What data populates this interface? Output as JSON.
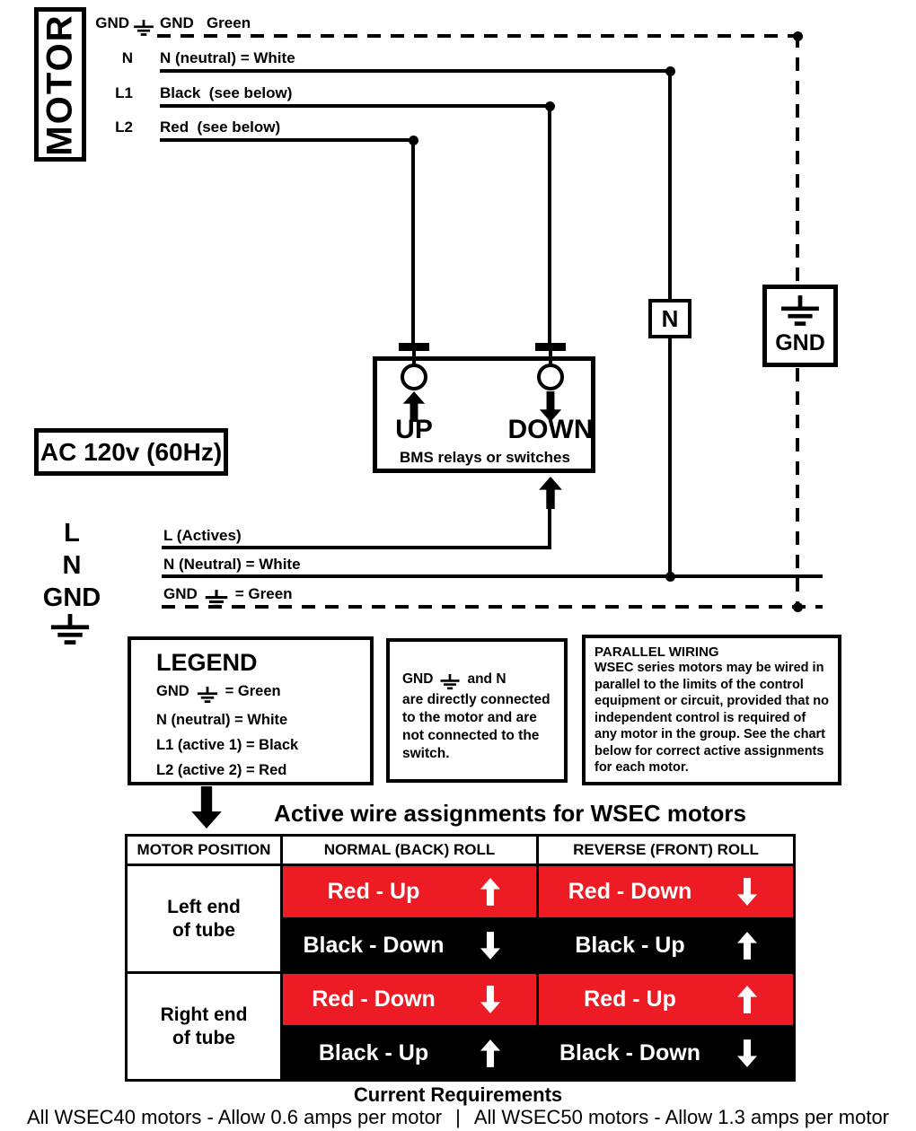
{
  "colors": {
    "red": "#ED1C24",
    "black": "#000000"
  },
  "motor": {
    "label": "MOTOR"
  },
  "terminals": [
    {
      "pin": "GND",
      "desc": "GND   Green"
    },
    {
      "pin": "N",
      "desc": "N (neutral) = White"
    },
    {
      "pin": "L1",
      "desc": "Black  (see below)"
    },
    {
      "pin": "L2",
      "desc": "Red  (see below)"
    }
  ],
  "nodes": {
    "neutral": "N",
    "ground": "GND"
  },
  "bms": {
    "up_label": "UP",
    "down_label": "DOWN",
    "caption": "BMS relays or switches"
  },
  "power": {
    "source": "AC 120v (60Hz)",
    "l": "L",
    "n": "N",
    "gnd": "GND"
  },
  "supply_lines": {
    "actives": "L (Actives)",
    "neutral": "N (Neutral) = White",
    "ground_pre": "GND",
    "ground_post": "= Green"
  },
  "legend": {
    "title": "LEGEND",
    "ground_pre": "GND",
    "ground_post": "= Green",
    "neutral": "N (neutral) = White",
    "active1": "L1 (active 1) = Black",
    "active2": "L2 (active 2) = Red"
  },
  "direct_note": {
    "pre": "GND",
    "post": "and N",
    "body": "are directly connected to the motor and are not connected to the switch."
  },
  "parallel_note": {
    "title": "PARALLEL WIRING",
    "body": "WSEC series motors may be wired in parallel to the limits of the control equipment or circuit, provided that no independent control is required of any motor in the group. See the chart below for correct active assignments for each motor."
  },
  "assignments": {
    "heading": "Active wire assignments for WSEC motors",
    "headers": [
      "MOTOR POSITION",
      "NORMAL (BACK) ROLL",
      "REVERSE (FRONT) ROLL"
    ],
    "rows": [
      {
        "position": "Left end of tube",
        "cells": [
          {
            "text": "Red - Up",
            "dir": "up",
            "bg": "red"
          },
          {
            "text": "Red - Down",
            "dir": "down",
            "bg": "red"
          },
          {
            "text": "Black - Down",
            "dir": "down",
            "bg": "black"
          },
          {
            "text": "Black - Up",
            "dir": "up",
            "bg": "black"
          }
        ]
      },
      {
        "position": "Right end of tube",
        "cells": [
          {
            "text": "Red - Down",
            "dir": "down",
            "bg": "red"
          },
          {
            "text": "Red - Up",
            "dir": "up",
            "bg": "red"
          },
          {
            "text": "Black - Up",
            "dir": "up",
            "bg": "black"
          },
          {
            "text": "Black - Down",
            "dir": "down",
            "bg": "black"
          }
        ]
      }
    ]
  },
  "current_requirements": {
    "title": "Current Requirements",
    "wsec40": "All WSEC40 motors - Allow 0.6 amps per motor",
    "separator": "|",
    "wsec50": "All WSEC50 motors - Allow 1.3 amps per motor"
  }
}
